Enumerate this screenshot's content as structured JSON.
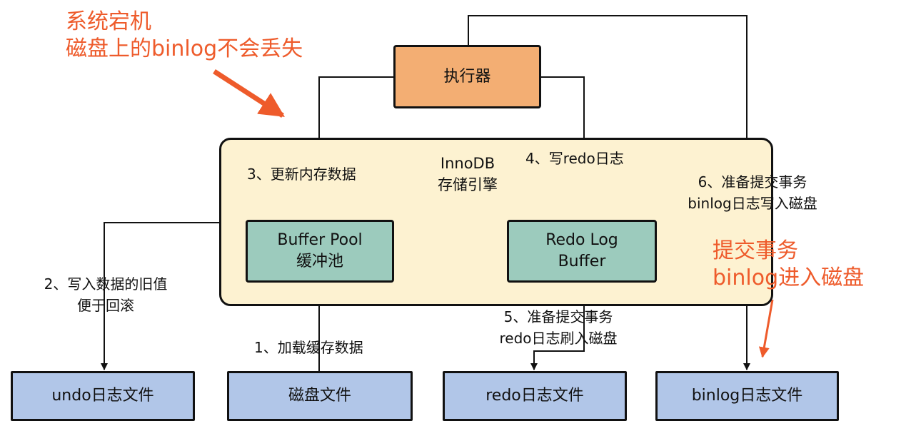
{
  "annotations": {
    "crash": {
      "line1": "系统宕机",
      "line2": "磁盘上的binlog不会丢失"
    },
    "commit": {
      "line1": "提交事务",
      "line2": "binlog进入磁盘"
    }
  },
  "nodes": {
    "executor": "执行器",
    "engine": {
      "line1": "InnoDB",
      "line2": "存储引擎"
    },
    "buffer_pool": {
      "line1": "Buffer Pool",
      "line2": "缓冲池"
    },
    "redo_log_buffer": {
      "line1": "Redo Log",
      "line2": "Buffer"
    },
    "undo_file": "undo日志文件",
    "disk_file": "磁盘文件",
    "redo_file": "redo日志文件",
    "binlog_file": "binlog日志文件"
  },
  "steps": {
    "s1": "1、加载缓存数据",
    "s2": {
      "line1": "2、写入数据的旧值",
      "line2": "便于回滚"
    },
    "s3": "3、更新内存数据",
    "s4": "4、写redo日志",
    "s5": {
      "line1": "5、准备提交事务",
      "line2": "redo日志刷入磁盘"
    },
    "s6": {
      "line1": "6、准备提交事务",
      "line2": "binlog日志写入磁盘"
    }
  },
  "colors": {
    "executor": "#f3ae73",
    "engine": "#fdf2d1",
    "memory": "#9ccbbd",
    "file": "#b1c6e8",
    "annotation": "#ee5b2b"
  }
}
